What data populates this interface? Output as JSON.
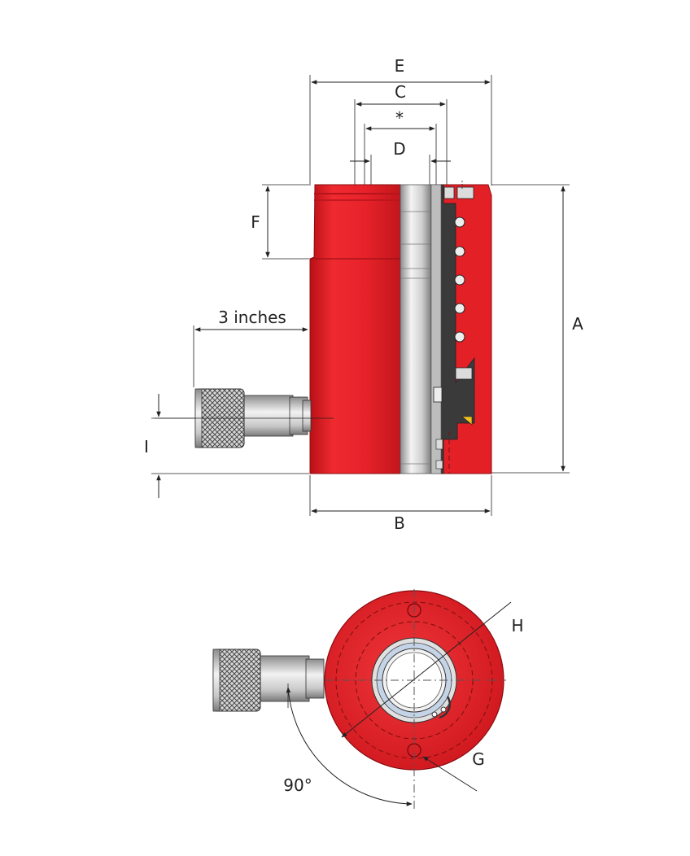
{
  "labels": {
    "E": "E",
    "C": "C",
    "star": "*",
    "D": "D",
    "F": "F",
    "A": "A",
    "B": "B",
    "I": "I",
    "hose_length": "3 inches",
    "H": "H",
    "G": "G",
    "angle": "90°"
  },
  "colors": {
    "body_red": "#e8222a",
    "body_dark": "#c01419",
    "section_dark": "#3a3a3a",
    "steel_light": "#e6e6e6",
    "steel_mid": "#9a9a9a",
    "line": "#222222"
  },
  "icons": {
    "coupler": "hydraulic-coupler-knurled",
    "cylinder": "hydraulic-cylinder-section"
  }
}
